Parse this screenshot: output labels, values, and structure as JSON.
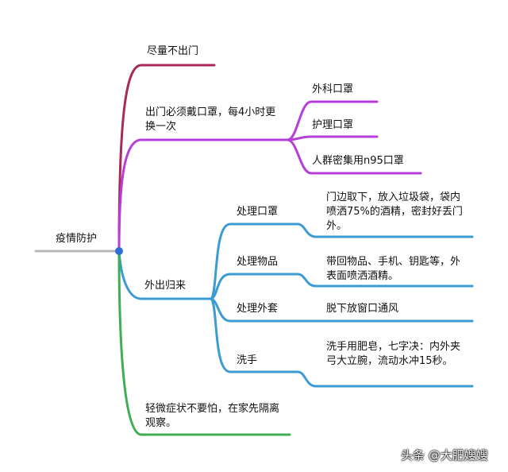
{
  "mindmap": {
    "root": {
      "label": "疫情防护"
    },
    "branches": [
      {
        "label": "尽量不出门",
        "color": "#a8295a"
      },
      {
        "label": "出门必须戴口罩，每4小时更换一次",
        "color": "#b63fd9",
        "children": [
          {
            "label": "外科口罩"
          },
          {
            "label": "护理口罩"
          },
          {
            "label": "人群密集用n95口罩"
          }
        ]
      },
      {
        "label": "外出归来",
        "color": "#3c9bd3",
        "children": [
          {
            "label": "处理口罩",
            "detail": "门边取下，放入垃圾袋，袋内喷洒75%的酒精，密封好丢门外。"
          },
          {
            "label": "处理物品",
            "detail": "带回物品、手机、钥匙等，外表面喷洒酒精。"
          },
          {
            "label": "处理外套",
            "detail": "脱下放窗口通风"
          },
          {
            "label": "洗手",
            "detail": "洗手用肥皂，七字决：内外夹弓大立腕，流动水冲15秒。"
          }
        ]
      },
      {
        "label": "轻微症状不要怕，在家先隔离观察。",
        "color": "#3fae55"
      }
    ]
  },
  "watermark": {
    "text": "头条 @大肥嫂嫂"
  },
  "colors": {
    "root_line": "#b8b8b8",
    "root_dot": "#2f6fd6"
  }
}
